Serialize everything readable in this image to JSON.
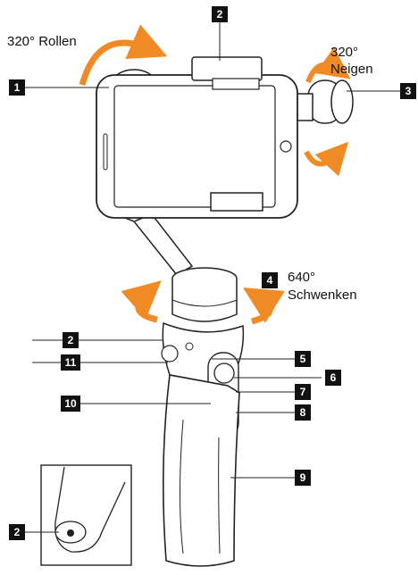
{
  "annotations": {
    "roll": "320° Rollen",
    "tilt_value": "320°",
    "tilt_word": "Neigen",
    "pan_value": "640°",
    "pan_word": "Schwenken"
  },
  "callouts": {
    "c1": "1",
    "c2_top": "2",
    "c3": "3",
    "c4": "4",
    "c2_side": "2",
    "c5": "5",
    "c6": "6",
    "c7": "7",
    "c8": "8",
    "c9": "9",
    "c10": "10",
    "c11": "11",
    "c2_inset": "2"
  },
  "colors": {
    "arrow": "#f08a24",
    "line": "#222222",
    "callout_bg": "#111111"
  }
}
